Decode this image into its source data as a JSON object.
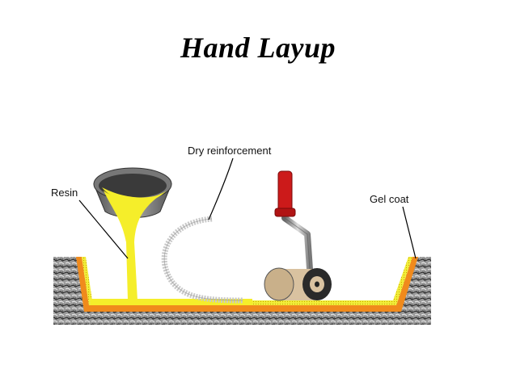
{
  "title": "Hand Layup",
  "labels": {
    "resin": "Resin",
    "dry_reinforcement": "Dry reinforcement",
    "gel_coat": "Gel coat"
  },
  "colors": {
    "resin": "#f5ee2a",
    "gel_coat": "#f08a1c",
    "roller_handle": "#cc1a1a",
    "roller_body": "#d9c2a0",
    "mold": "#8a8a8a"
  }
}
